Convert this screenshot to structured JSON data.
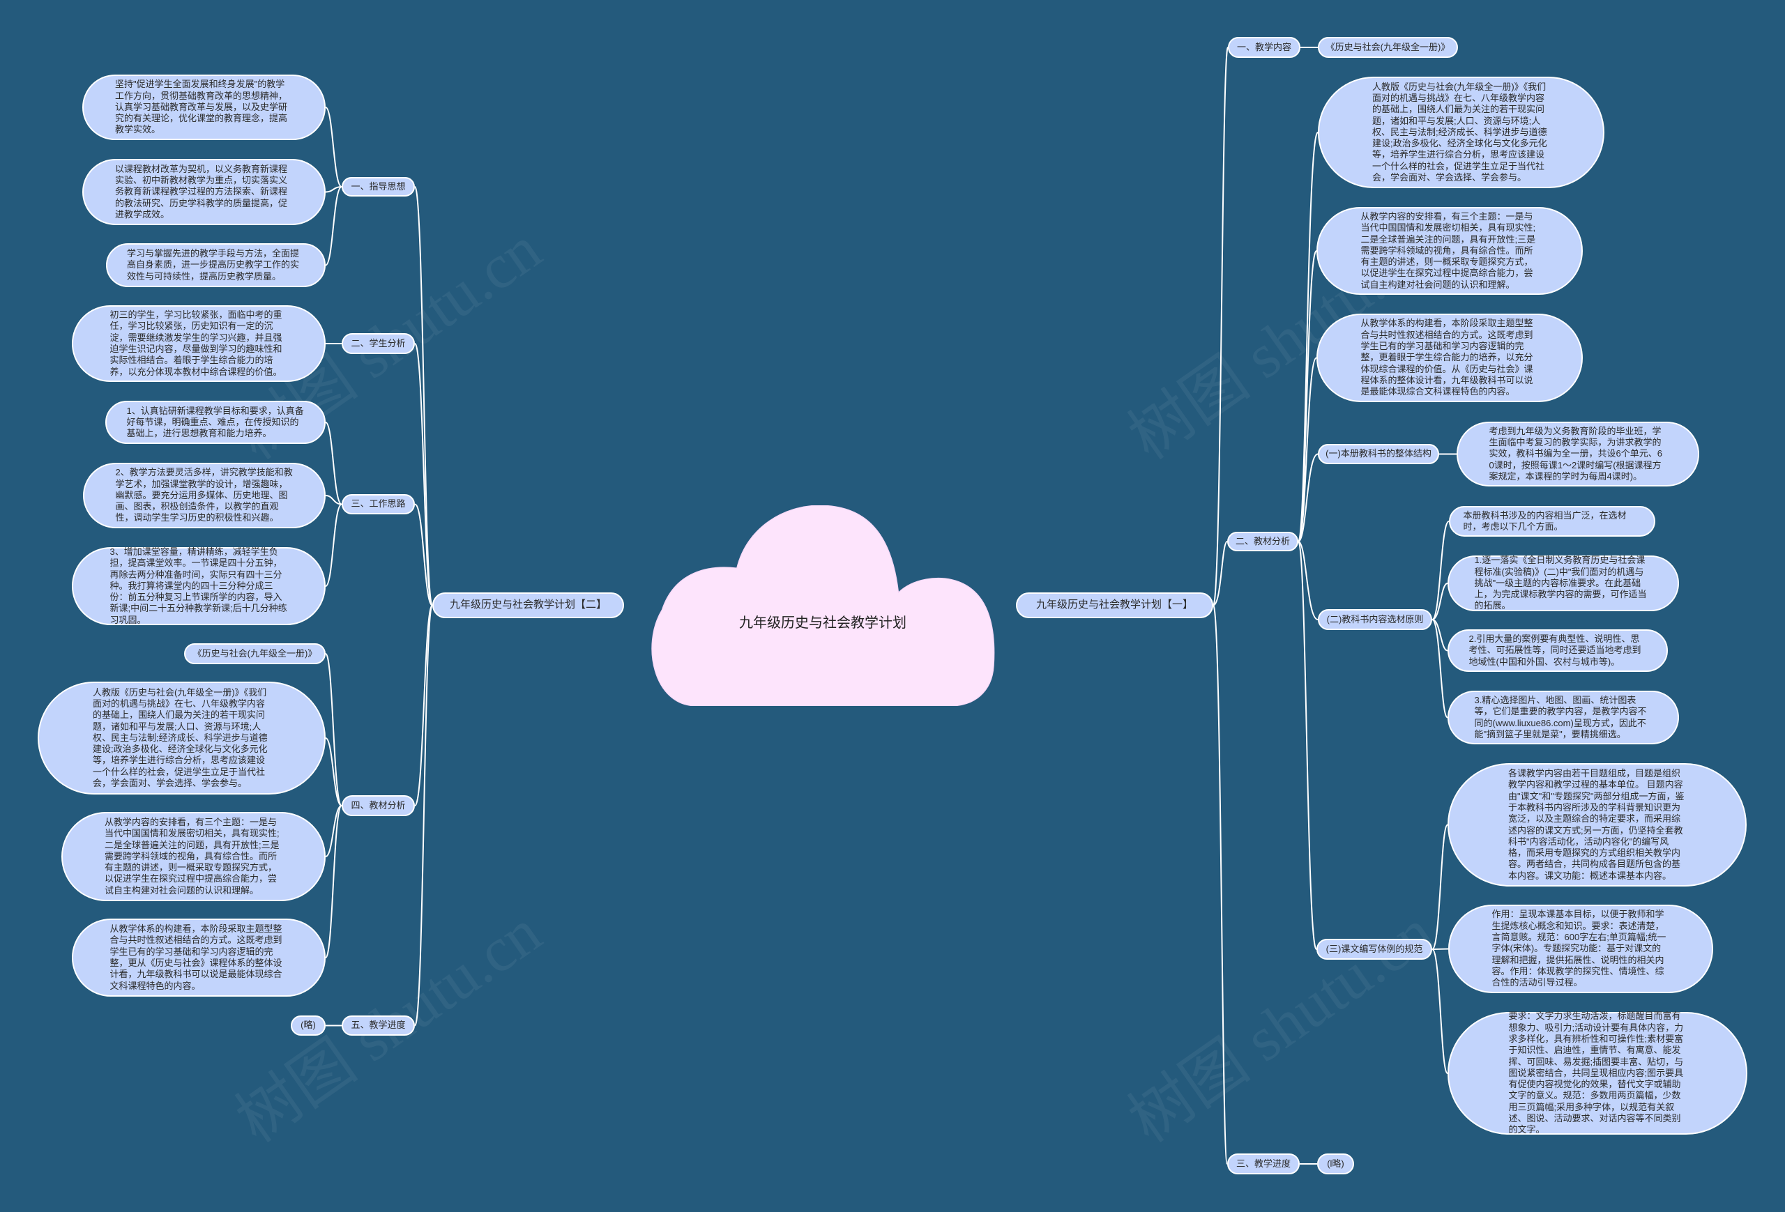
{
  "colors": {
    "background": "#245a7c",
    "node_fill": "#c2d4fc",
    "node_border": "#ffffff",
    "center_fill": "#fde4fc",
    "line": "#ffffff"
  },
  "watermark": "树图 shutu.cn",
  "center": {
    "title": "九年级历史与社会教学计划"
  },
  "left": {
    "title": "九年级历史与社会教学计划【二】",
    "b1": {
      "label": "一、指导思想",
      "l1": "坚持\"促进学生全面发展和终身发展\"的教学工作方向，贯彻基础教育改革的思想精神，认真学习基础教育改革与发展，以及史学研究的有关理论，优化课堂的教育理念，提高教学实效。",
      "l2": "以课程教材改革为契机，以义务教育新课程实验、初中新教材教学为重点，切实落实义务教育新课程教学过程的方法探索、新课程的教法研究、历史学科教学的质量提高，促进教学成效。",
      "l3": "学习与掌握先进的教学手段与方法，全面提高自身素质，进一步提高历史教学工作的实效性与可持续性，提高历史教学质量。"
    },
    "b2": {
      "label": "二、学生分析",
      "l1": "初三的学生，学习比较紧张，面临中考的重任，学习比较紧张，历史知识有一定的沉淀，需要继续激发学生的学习兴趣，并且强迫学生识记内容，尽量做到学习的趣味性和实际性相结合。着眼于学生综合能力的培养，以充分体现本教材中综合课程的价值。"
    },
    "b3": {
      "label": "三、工作思路",
      "l1": "1、认真钻研新课程教学目标和要求，认真备好每节课，明确重点、难点，在传授知识的基础上，进行思想教育和能力培养。",
      "l2": "2、教学方法要灵活多样，讲究教学技能和教学艺术，加强课堂教学的设计，增强趣味，幽默感。要充分运用多媒体、历史地理、图画、图表，积极创造条件，以教学的直观性，调动学生学习历史的积极性和兴趣。",
      "l3": "3、增加课堂容量，精讲精练，减轻学生负担，提高课堂效率。一节课是四十分五钟，再除去两分种准备时间，实际只有四十三分种。我打算将课堂内的四十三分种分成三份：前五分种复习上节课所学的内容，导入新课;中间二十五分种教学新课;后十几分种练习巩固。"
    },
    "b4": {
      "label": "四、教材分析",
      "l1": "《历史与社会(九年级全一册)》",
      "l2": "人教版《历史与社会(九年级全一册)》《我们面对的机遇与挑战》在七、八年级教学内容的基础上，围绕人们最为关注的若干现实问题，诸如和平与发展;人口、资源与环境;人权、民主与法制;经济成长、科学进步与道德建设;政治多极化、经济全球化与文化多元化等，培养学生进行综合分析，思考应该建设一个什么样的社会，促进学生立足于当代社会，学会面对、学会选择、学会参与。",
      "l3": "从教学内容的安排看，有三个主题：一是与当代中国国情和发展密切相关，具有现实性;二是全球普遍关注的问题，具有开放性;三是需要跨学科领域的视角，具有综合性。而所有主题的讲述，则一概采取专题探究方式，以促进学生在探究过程中提高综合能力，尝试自主构建对社会问题的认识和理解。",
      "l4": "从教学体系的构建看，本阶段采取主题型整合与共时性叙述相结合的方式。这既考虑到学生已有的学习基础和学习内容逻辑的完整，更从《历史与社会》课程体系的整体设计看，九年级教科书可以说是最能体现综合文科课程特色的内容。"
    },
    "b5": {
      "label": "五、教学进度",
      "l1": "(略)"
    }
  },
  "right": {
    "title": "九年级历史与社会教学计划【一】",
    "b1": {
      "label": "一、教学内容",
      "l1": "《历史与社会(九年级全一册)》"
    },
    "b2": {
      "label": "二、教材分析",
      "l1": "人教版《历史与社会(九年级全一册)》《我们面对的机遇与挑战》在七、八年级教学内容的基础上，围绕人们最为关注的若干现实问题，诸如和平与发展;人口、资源与环境;人权、民主与法制;经济成长、科学进步与道德建设;政治多极化、经济全球化与文化多元化等，培养学生进行综合分析，思考应该建设一个什么样的社会，促进学生立足于当代社会，学会面对、学会选择、学会参与。",
      "l2": "从教学内容的安排看，有三个主题：一是与当代中国国情和发展密切相关，具有现实性;二是全球普遍关注的问题，具有开放性;三是需要跨学科领域的视角，具有综合性。而所有主题的讲述，则一概采取专题探究方式，以促进学生在探究过程中提高综合能力，尝试自主构建对社会问题的认识和理解。",
      "l3": "从教学体系的构建看，本阶段采取主题型整合与共时性叙述相结合的方式。这既考虑到学生已有的学习基础和学习内容逻辑的完整，更着眼于学生综合能力的培养，以充分体现综合课程的价值。从《历史与社会》课程体系的整体设计看，九年级教科书可以说是最能体现综合文科课程特色的内容。",
      "s1": {
        "label": "(一)本册教科书的整体结构",
        "l1": "考虑到九年级为义务教育阶段的毕业班，学生面临中考复习的教学实际，为讲求教学的实效，教科书编为全一册，共设6个单元、60课时，按照每课1～2课时编写(根据课程方案规定，本课程的学时为每周4课时)。"
      },
      "s2": {
        "label": "(二)教科书内容选材原则",
        "l0": "本册教科书涉及的内容相当广泛，在选材时，考虑以下几个方面。",
        "l1": "1.逐一落实《全日制义务教育历史与社会课程标准(实验稿)》(二)中\"我们面对的机遇与挑战\"一级主题的内容标准要求。在此基础上，为完成课标教学内容的需要，可作适当的拓展。",
        "l2": "2.引用大量的案例要有典型性、说明性、思考性、可拓展性等，同时还要适当地考虑到地域性(中国和外国、农村与城市等)。",
        "l3": "3.精心选择图片、地图、图画、统计图表等，它们是重要的教学内容，是教学内容不同的(www.liuxue86.com)呈现方式，因此不能\"摘到篮子里就是菜\"，要精挑细选。"
      },
      "s3": {
        "label": "(三)课文编写体例的规范",
        "l1": "各课教学内容由若干目题组成，目题是组织教学内容和教学过程的基本单位。 目题内容由\"课文\"和\"专题探究\"两部分组成一方面，鉴于本教科书内容所涉及的学科背景知识更为宽泛，以及主题综合的特定要求，而采用综述内容的课文方式;另一方面，仍坚持全套教科书\"内容活动化，活动内容化\"的编写风格，而采用专题探究的方式组织相关教学内容。两者结合，共同构成各目题所包含的基本内容。课文功能：概述本课基本内容。",
        "l2": "作用：呈现本课基本目标，以便于教师和学生提炼核心概念和知识。要求：表述清楚，言简意赅。规范：600字左右;单页篇幅;统一字体(宋体)。专题探究功能：基于对课文的理解和把握，提供拓展性、说明性的相关内容。作用：体现教学的探究性、情境性、综合性的活动引导过程。",
        "l3": "要求：文字力求生动活泼，标题醒目而富有想象力、吸引力;活动设计要有具体内容，力求多样化，具有辨析性和可操作性;素材要富于知识性、启迪性，重情节、有寓意、能发挥、可回味、易发掘;插图要丰富、贴切，与图说紧密结合，共同呈现相应内容;图示要具有促使内容视觉化的效果，替代文字或辅助文字的意义。规范：多数用两页篇幅，少数用三页篇幅;采用多种字体，以规范有关叙述、图说、活动要求、对话内容等不同类别的文字。"
      }
    },
    "b3": {
      "label": "三、教学进度",
      "l1": "(l略)"
    }
  }
}
